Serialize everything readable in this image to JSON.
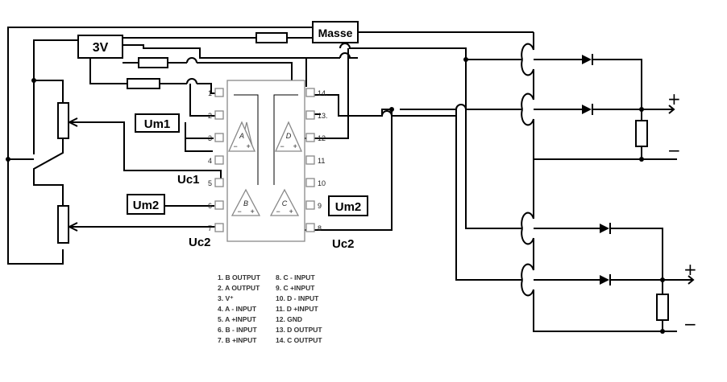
{
  "labels": {
    "battery": "3V",
    "ground": "Masse",
    "um1": "Um1",
    "um2_left": "Um2",
    "um2_right": "Um2",
    "uc1": "Uc1",
    "uc2_left": "Uc2",
    "uc2_right": "Uc2"
  },
  "pins_left": [
    "1",
    "2",
    "3",
    "4",
    "5",
    "6",
    "7"
  ],
  "pins_right": [
    "14.",
    "13.",
    "12",
    "11",
    "10",
    "9",
    "8"
  ],
  "opamps": [
    "A",
    "B",
    "C",
    "D"
  ],
  "pin_legend_left": [
    "1. B OUTPUT",
    "2. A OUTPUT",
    "3. V⁺",
    "4. A - INPUT",
    "5. A +INPUT",
    "6. B - INPUT",
    "7. B +INPUT"
  ],
  "pin_legend_right": [
    "8. C - INPUT",
    "9. C +INPUT",
    "10. D - INPUT",
    "11. D +INPUT",
    "12. GND",
    "13. D OUTPUT",
    "14. C OUTPUT"
  ],
  "terminals": {
    "plus_top": "+",
    "minus_top": "−",
    "plus_bottom": "+",
    "minus_bottom": "−"
  },
  "colors": {
    "wire": "#000000",
    "chip_outline": "#888888"
  }
}
